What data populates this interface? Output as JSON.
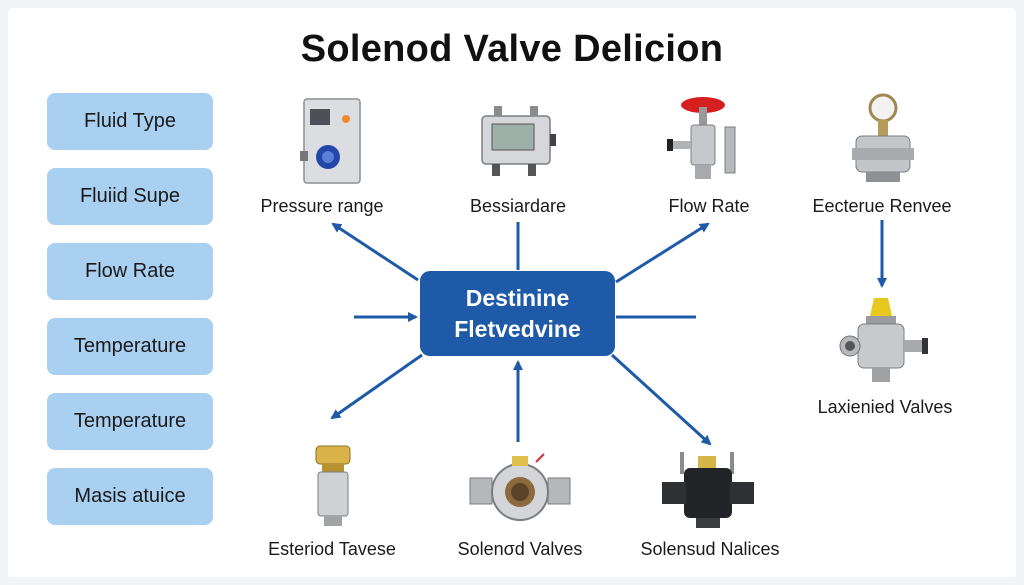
{
  "title": "Solenod Valve Delicion",
  "factors": [
    "Fluid Type",
    "Fluiid Supe",
    "Flow Rate",
    "Temperature",
    "Temperature",
    "Masis atuice"
  ],
  "center": {
    "line1": "Destinine",
    "line2": "Fletvedvine"
  },
  "top_items": {
    "pressure": "Pressure range",
    "bessiardare": "Bessiardare",
    "flow_rate": "Flow Rate",
    "eecterue": "Eecterue Renvee"
  },
  "bottom_items": {
    "esteriod": "Esteriod Tavese",
    "solenod": "Solenσd Valves",
    "solensud": "Solensud Nalices"
  },
  "right_item": {
    "laxienied": "Laxienied Valves"
  },
  "icons": {
    "pressure": "pressure-controller-icon",
    "bessiardare": "digital-meter-icon",
    "flow_rate": "red-handle-valve-icon",
    "eecterue": "gauge-valve-icon",
    "laxienied": "yellow-cap-valve-icon",
    "esteriod": "brass-cylinder-valve-icon",
    "solenod": "inline-pipe-valve-icon",
    "solensud": "black-solenoid-valve-icon"
  },
  "colors": {
    "accent": "#1e5aa8",
    "factor_box": "#a9cff1",
    "arrow": "#1e5aa8"
  }
}
